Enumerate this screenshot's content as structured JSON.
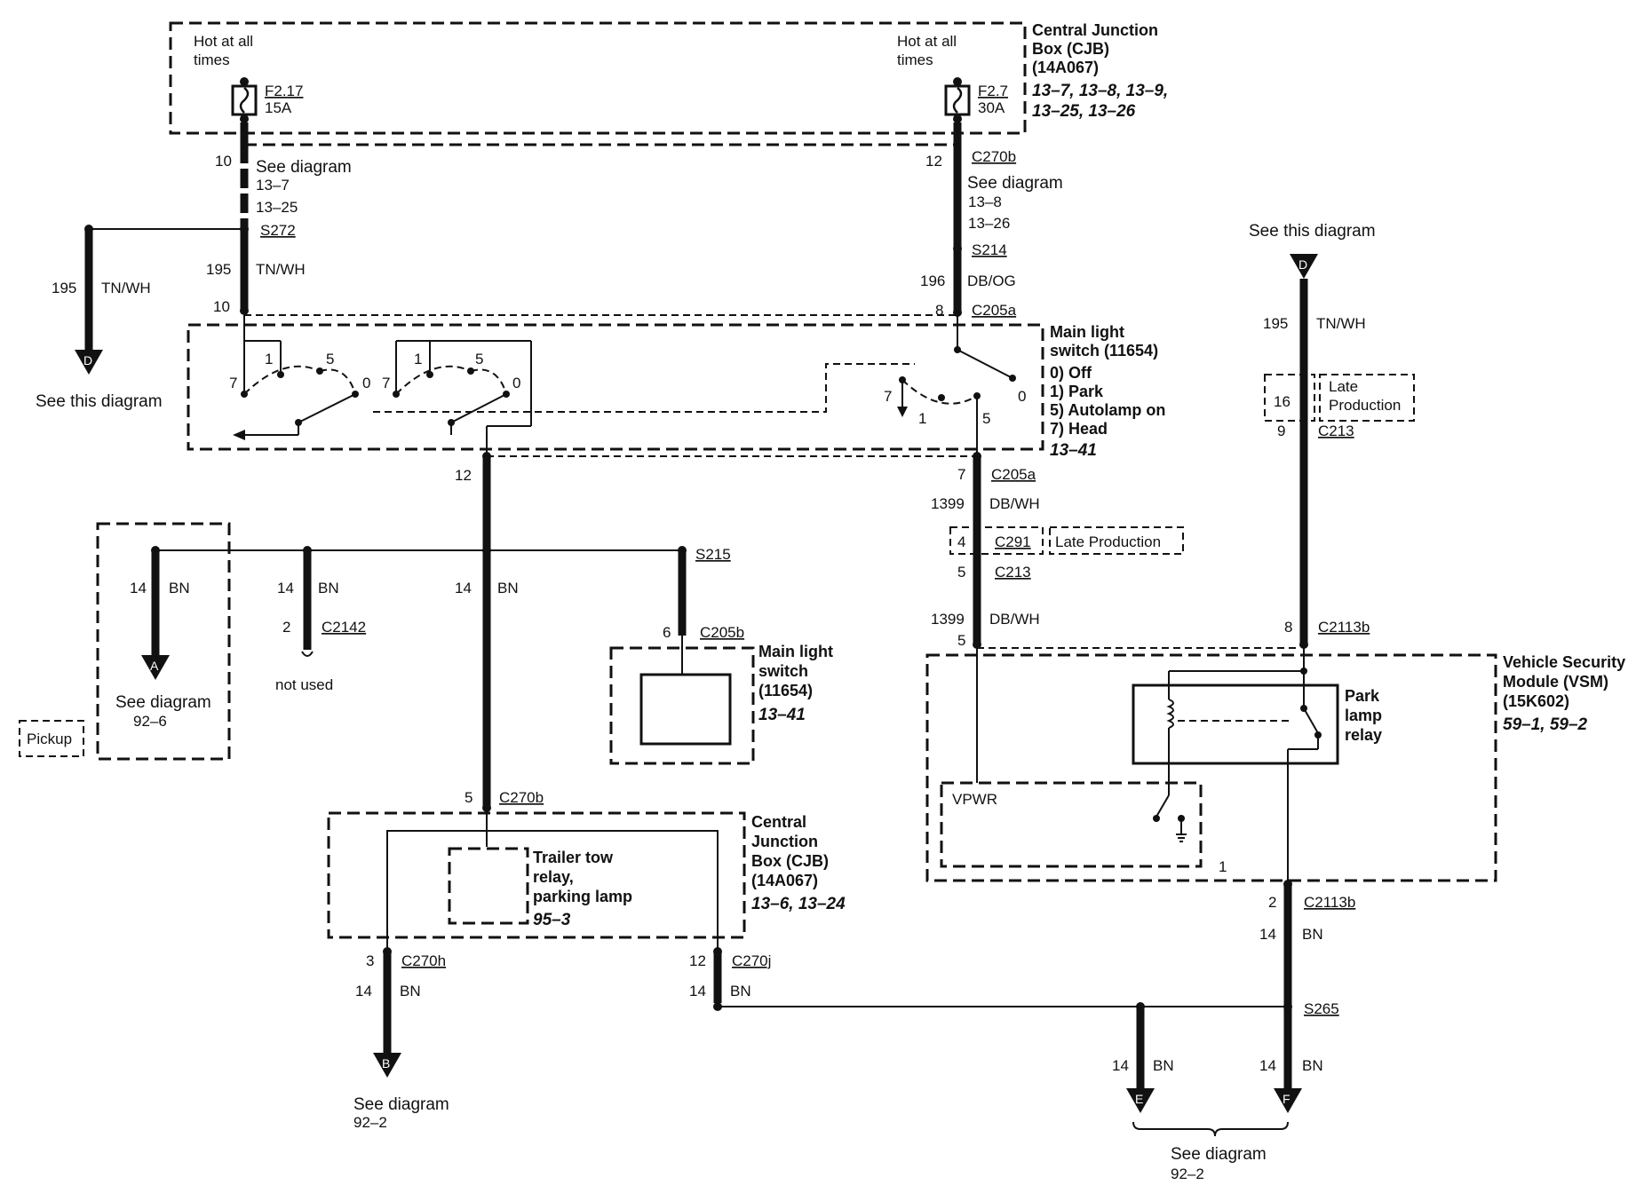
{
  "cjb_top": {
    "title": [
      "Central Junction",
      "Box (CJB)",
      "(14A067)"
    ],
    "refs": [
      "13–7, 13–8, 13–9,",
      "13–25, 13–26"
    ],
    "hot_left": [
      "Hot at all",
      "times"
    ],
    "hot_right": [
      "Hot at all",
      "times"
    ],
    "fuse_left": {
      "id": "F2.17",
      "rating": "15A"
    },
    "fuse_right": {
      "id": "F2.7",
      "rating": "30A"
    }
  },
  "left_feed": {
    "pin_top": "10",
    "see_diagram": "See diagram",
    "refs": [
      "13–7",
      "13–25"
    ],
    "splice": "S272",
    "circuit": "195",
    "color": "TN/WH",
    "pin_bottom": "10"
  },
  "right_feed": {
    "pin_top": "12",
    "connector": "C270b",
    "see_diagram": "See diagram",
    "refs": [
      "13–8",
      "13–26"
    ],
    "splice": "S214",
    "circuit": "196",
    "color": "DB/OG",
    "pin_bottom": "8",
    "connector_bottom": "C205a"
  },
  "branch_d_left": {
    "circuit": "195",
    "color": "TN/WH",
    "letter": "D",
    "caption": "See this diagram"
  },
  "main_switch": {
    "title": [
      "Main light",
      "switch (11654)"
    ],
    "positions": [
      "0) Off",
      "1) Park",
      "5) Autolamp on",
      "7) Head"
    ],
    "ref": "13–41",
    "pos_labels": {
      "a7": "7",
      "a1": "1",
      "a5": "5",
      "a0": "0",
      "b7": "7",
      "b1": "1",
      "b5": "5",
      "b0": "0",
      "c7": "7",
      "c1": "1",
      "c5": "5",
      "c0": "0"
    }
  },
  "center_output": {
    "pin": "12",
    "splice": "S215",
    "circuit": "14",
    "color": "BN"
  },
  "pickup_branch": {
    "circuit": "14",
    "color": "BN",
    "letter": "A",
    "caption": [
      "See diagram",
      "92–6"
    ],
    "tag": "Pickup"
  },
  "c2142_branch": {
    "circuit": "14",
    "color": "BN",
    "pin": "2",
    "connector": "C2142",
    "note": "not used"
  },
  "switch_small": {
    "pin": "6",
    "connector": "C205b",
    "title": [
      "Main light",
      "switch",
      "(11654)"
    ],
    "ref": "13–41"
  },
  "cjb_bottom": {
    "pin": "5",
    "connector": "C270b",
    "title": [
      "Central",
      "Junction",
      "Box (CJB)",
      "(14A067)"
    ],
    "refs": "13–6, 13–24",
    "relay": [
      "Trailer tow",
      "relay,",
      "parking lamp"
    ],
    "relay_ref": "95–3"
  },
  "out_b": {
    "pin": "3",
    "connector": "C270h",
    "circuit": "14",
    "color": "BN",
    "letter": "B",
    "caption": [
      "See diagram",
      "92–2"
    ]
  },
  "out_j": {
    "pin": "12",
    "connector": "C270j",
    "circuit": "14",
    "color": "BN"
  },
  "mid_feed": {
    "pin": "7",
    "connector": "C205a",
    "circuit": "1399",
    "color": "DB/WH",
    "c291_pin": "4",
    "c291": "C291",
    "late_production": "Late Production",
    "c213_pin": "5",
    "c213": "C213",
    "circuit2": "1399",
    "color2": "DB/WH",
    "vsm_pin": "5"
  },
  "right_top": {
    "caption": "See this diagram",
    "letter": "D",
    "circuit": "195",
    "color": "TN/WH",
    "late_pin": "16",
    "late": [
      "Late",
      "Production"
    ],
    "pin": "9",
    "connector": "C213",
    "vsm_pin": "8",
    "vsm_connector": "C2113b"
  },
  "vsm": {
    "title": [
      "Vehicle Security",
      "Module (VSM)",
      "(15K602)"
    ],
    "refs": "59–1, 59–2",
    "relay": [
      "Park",
      "lamp",
      "relay"
    ],
    "vpwr": "VPWR",
    "inner_pin": "1"
  },
  "vsm_out": {
    "pin": "2",
    "connector": "C2113b",
    "circuit": "14",
    "color": "BN",
    "splice": "S265"
  },
  "out_e": {
    "circuit": "14",
    "color": "BN",
    "letter": "E"
  },
  "out_f": {
    "circuit": "14",
    "color": "BN",
    "letter": "F"
  },
  "see_bottom": [
    "See diagram",
    "92–2"
  ]
}
